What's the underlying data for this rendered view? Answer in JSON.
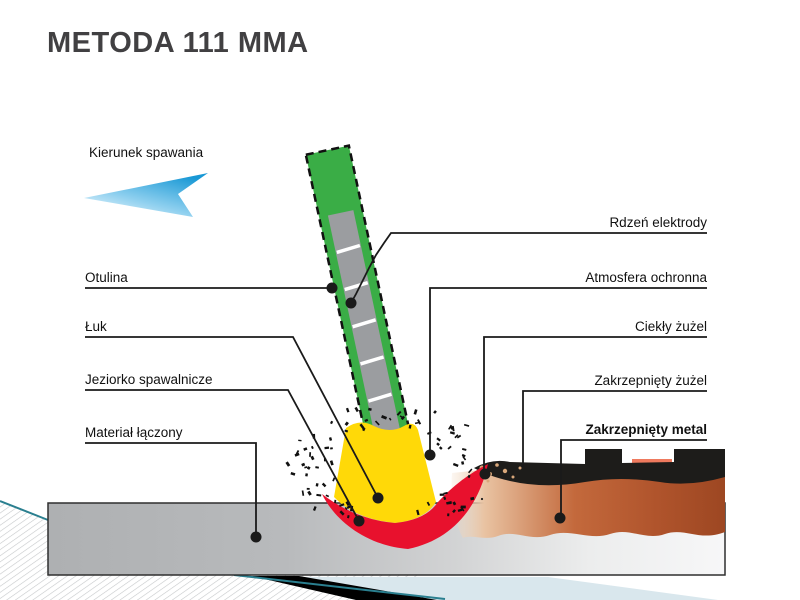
{
  "title": "METODA 111 MMA",
  "direction_label": "Kierunek spawania",
  "labels": {
    "otulina": "Otulina",
    "luk": "Łuk",
    "jeziorko": "Jeziorko spawalnicze",
    "material": "Materiał łączony",
    "rdzen": "Rdzeń elektrody",
    "atmosfera": "Atmosfera ochronna",
    "ciekly": "Ciekły żużel",
    "zuzel": "Zakrzepnięty żużel",
    "metal": "Zakrzepnięty metal"
  },
  "colors": {
    "title_gray": "#414042",
    "electrode_green": "#3aad46",
    "core_gray": "#9b9da0",
    "arc_yellow": "#ffd908",
    "pool_red": "#e8112d",
    "slag_black": "#1d1c1a",
    "metal_brown": "#b5552c",
    "plate_gray": "#b3b5b7",
    "arrow_blue": "#1f9cd9",
    "accent_teal": "#2a7f8f",
    "line_black": "#1a1a1a"
  }
}
